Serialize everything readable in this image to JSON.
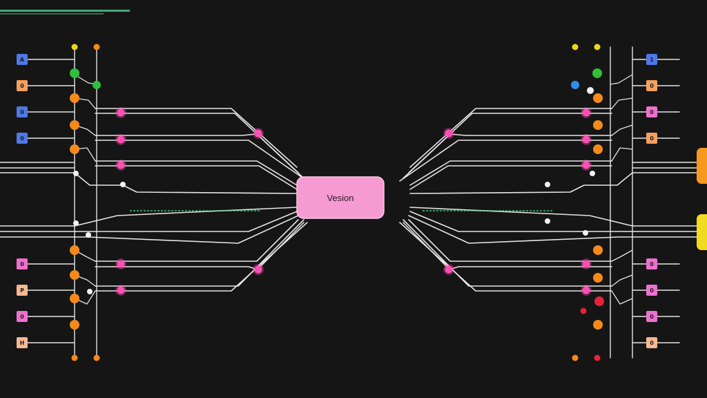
{
  "hub": {
    "label": "Vesion"
  },
  "colors": {
    "background": "#151515",
    "wire": "#e6e6e6",
    "hub_fill": "#f59bd2",
    "pink": "#ff4fb4",
    "orange": "#f58a1a",
    "green": "#2fbf3a",
    "yellow": "#e8d81b",
    "blue": "#2f8fe8",
    "red": "#e6223a",
    "white": "#f2f2f2",
    "sq_blue": "#4f78e6",
    "sq_orange": "#f5a05e",
    "sq_peach": "#f7b892",
    "sq_pink": "#ef6fcf",
    "tab_orange": "#f59a1e",
    "tab_yellow": "#f2da1e",
    "code_strip": "#4fcf8f"
  },
  "left_upper_squares": [
    {
      "glyph": "A",
      "color": "sq_blue"
    },
    {
      "glyph": "0",
      "color": "sq_orange"
    },
    {
      "glyph": "0",
      "color": "sq_blue"
    },
    {
      "glyph": "0",
      "color": "sq_blue"
    }
  ],
  "left_lower_squares": [
    {
      "glyph": "0",
      "color": "sq_pink"
    },
    {
      "glyph": "P",
      "color": "sq_peach"
    },
    {
      "glyph": "0",
      "color": "sq_pink"
    },
    {
      "glyph": "H",
      "color": "sq_peach"
    }
  ],
  "right_upper_squares": [
    {
      "glyph": "1",
      "color": "sq_blue"
    },
    {
      "glyph": "0",
      "color": "sq_orange"
    },
    {
      "glyph": "0",
      "color": "sq_pink"
    },
    {
      "glyph": "0",
      "color": "sq_orange"
    }
  ],
  "right_lower_squares": [
    {
      "glyph": "0",
      "color": "sq_pink"
    },
    {
      "glyph": "0",
      "color": "sq_pink"
    },
    {
      "glyph": "0",
      "color": "sq_pink"
    },
    {
      "glyph": "0",
      "color": "sq_peach"
    }
  ]
}
